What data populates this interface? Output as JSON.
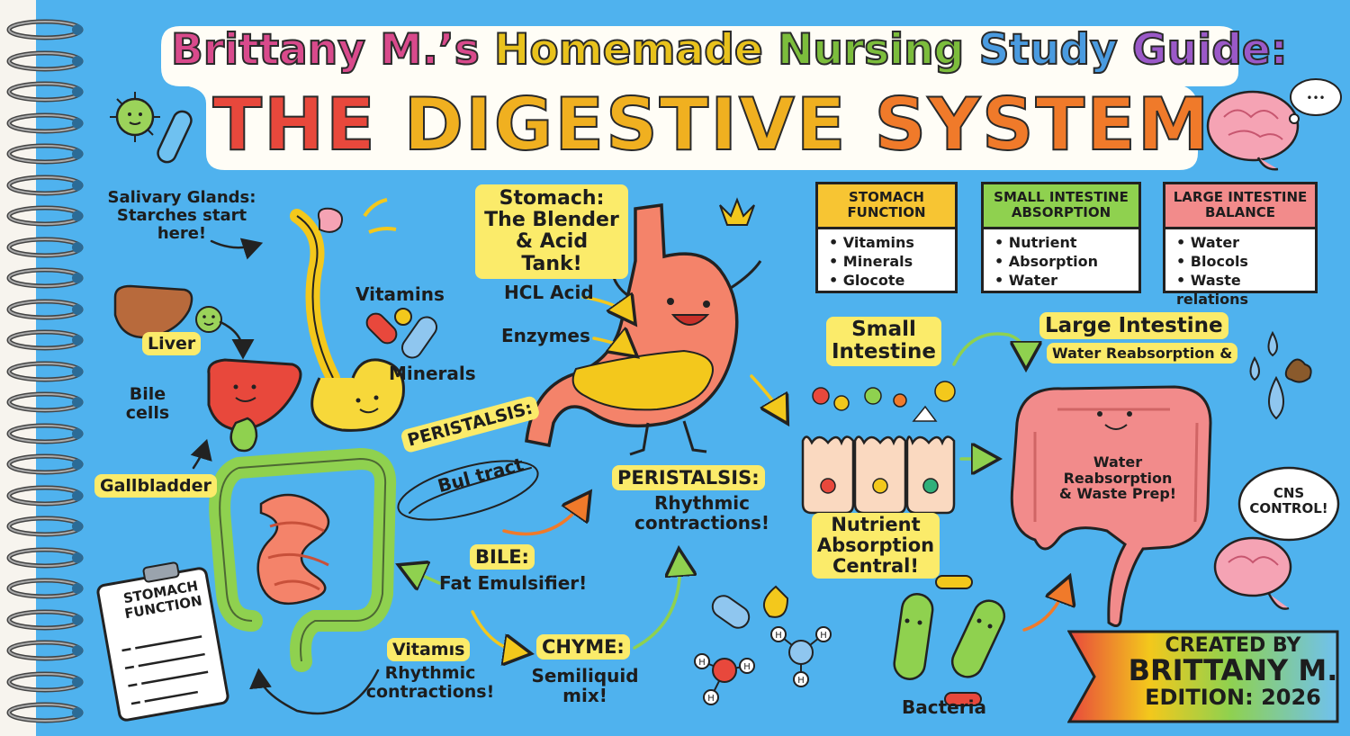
{
  "title": {
    "line1_segments": [
      {
        "text": "Brittany M.’s ",
        "color": "#d94a8c"
      },
      {
        "text": "Homemade ",
        "color": "#e8c21c"
      },
      {
        "text": "Nursing ",
        "color": "#7cbd3c"
      },
      {
        "text": "Study ",
        "color": "#4a9be0"
      },
      {
        "text": "Guide:",
        "color": "#9b59c8"
      }
    ],
    "line2_segments": [
      {
        "text": "THE ",
        "color": "#e8483c"
      },
      {
        "text": "DIGESTIVE ",
        "color": "#f0b020"
      },
      {
        "text": "SYSTEM",
        "color": "#f07a2a"
      }
    ]
  },
  "labels": {
    "salivary": "Salivary Glands:\nStarches start\nhere!",
    "liver": "Liver",
    "bile_cells": "Bile\ncells",
    "gallbladder": "Gallbladder",
    "vitamins": "Vitamins",
    "minerals": "Minerals",
    "stomach_title": "Stomach:\nThe Blender\n& Acid Tank!",
    "hcl": "HCL Acid",
    "enzymes": "Enzymes",
    "peristalsis_left": "PERISTALSIS:",
    "peristalsis_left_sub": "Bul tract",
    "peristalsis_mid": "PERISTALSIS:",
    "peristalsis_mid_sub": "Rhythmic\ncontractions!",
    "bile": "BILE:",
    "bile_sub": "Fat Emulsifier!",
    "chyme": "CHYME:",
    "chyme_sub": "Semiliquid\nmix!",
    "vitams": "Vitamıs",
    "vitams_sub": "Rhythmic\ncontractions!",
    "small_intestine": "Small\nIntestine",
    "nutrient": "Nutrient\nAbsorption\nCentral!",
    "large_intestine": "Large Intestine",
    "large_intestine_sub": "Water Reabsorption &",
    "water_reab": "Water\nReabsorption\n& Waste Prep!",
    "cns": "CNS\nCONTROL!",
    "bacteria": "Bacteria",
    "clipboard": "STOMACH\nFUNCTION"
  },
  "cards": [
    {
      "header": "STOMACH\nFUNCTION",
      "header_color": "#f7c533",
      "items": [
        "Vitamins",
        "Minerals",
        "Glocote"
      ]
    },
    {
      "header": "SMALL INTESTINE\nABSORPTION",
      "header_color": "#8fd14f",
      "items": [
        "Nutrient",
        "Absorption",
        "Water"
      ]
    },
    {
      "header": "LARGE INTESTINE\nBALANCE",
      "header_color": "#f28b8b",
      "items": [
        "Water",
        "Blocols",
        "Waste relations"
      ]
    }
  ],
  "banner": {
    "line1": "CREATED BY",
    "line2": "BRITTANY M.",
    "line3": "EDITION: 2026"
  },
  "molecule_atoms": [
    "H",
    "H",
    "H",
    "H",
    "H",
    "H"
  ]
}
